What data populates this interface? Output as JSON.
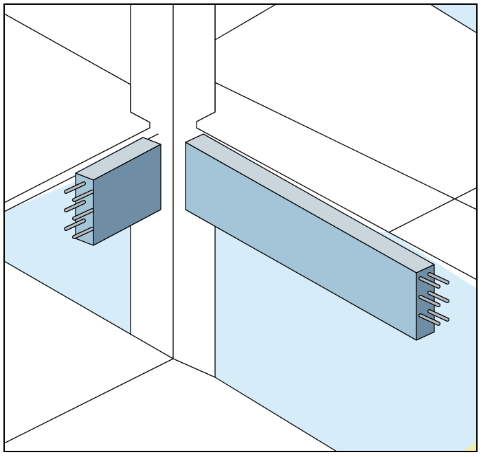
{
  "diagram": {
    "subject": "precast-beam-connection-isometric",
    "colors": {
      "background": "#ffffff",
      "ink": "#000000",
      "wall_fill": "#d6ecf8",
      "beam_front": "#a4c4d8",
      "beam_top": "#cbd6dc",
      "beam_end": "#6f8ea6",
      "rebar_fill": "#b8bcc0",
      "corner_accent": "#eeeeaa"
    },
    "icons": [
      "rebar-dowel-icon"
    ],
    "beams": [
      {
        "id": "left-beam-stub",
        "rebar_count": 6
      },
      {
        "id": "right-beam",
        "rebar_count": 6
      }
    ]
  }
}
